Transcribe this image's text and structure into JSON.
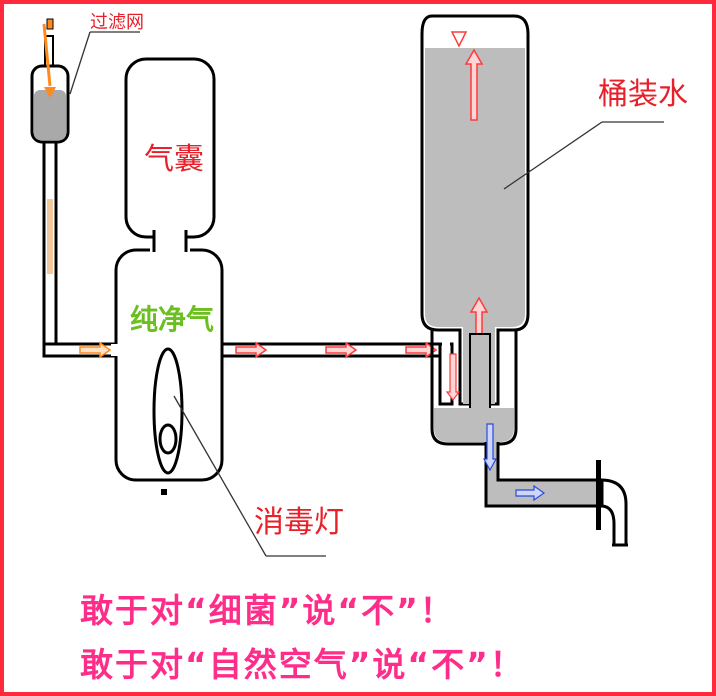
{
  "labels": {
    "filter": "过滤网",
    "airbag": "气囊",
    "pure_air": "纯净气",
    "bottled_water": "桶装水",
    "uv_lamp": "消毒灯"
  },
  "slogans": {
    "line1": "敢于对“细菌”说“不”！",
    "line2": "敢于对“自然空气”说“不”！"
  },
  "colors": {
    "border": "#ff2a3c",
    "label_red": "#e8202a",
    "label_green": "#6bbf1e",
    "slogan_pink": "#ff2d8a",
    "water_gray": "#bdbdbd",
    "filter_gray": "#a9a9a9",
    "flow_arrow_red": "#ff3b3b",
    "flow_arrow_orange": "#ff8a1e",
    "flow_arrow_blue": "#2a4ad8"
  },
  "icons": {
    "flow_direction": "flow-arrow-icon",
    "water_level": "water-level-triangle-icon",
    "tap": "faucet-icon"
  }
}
